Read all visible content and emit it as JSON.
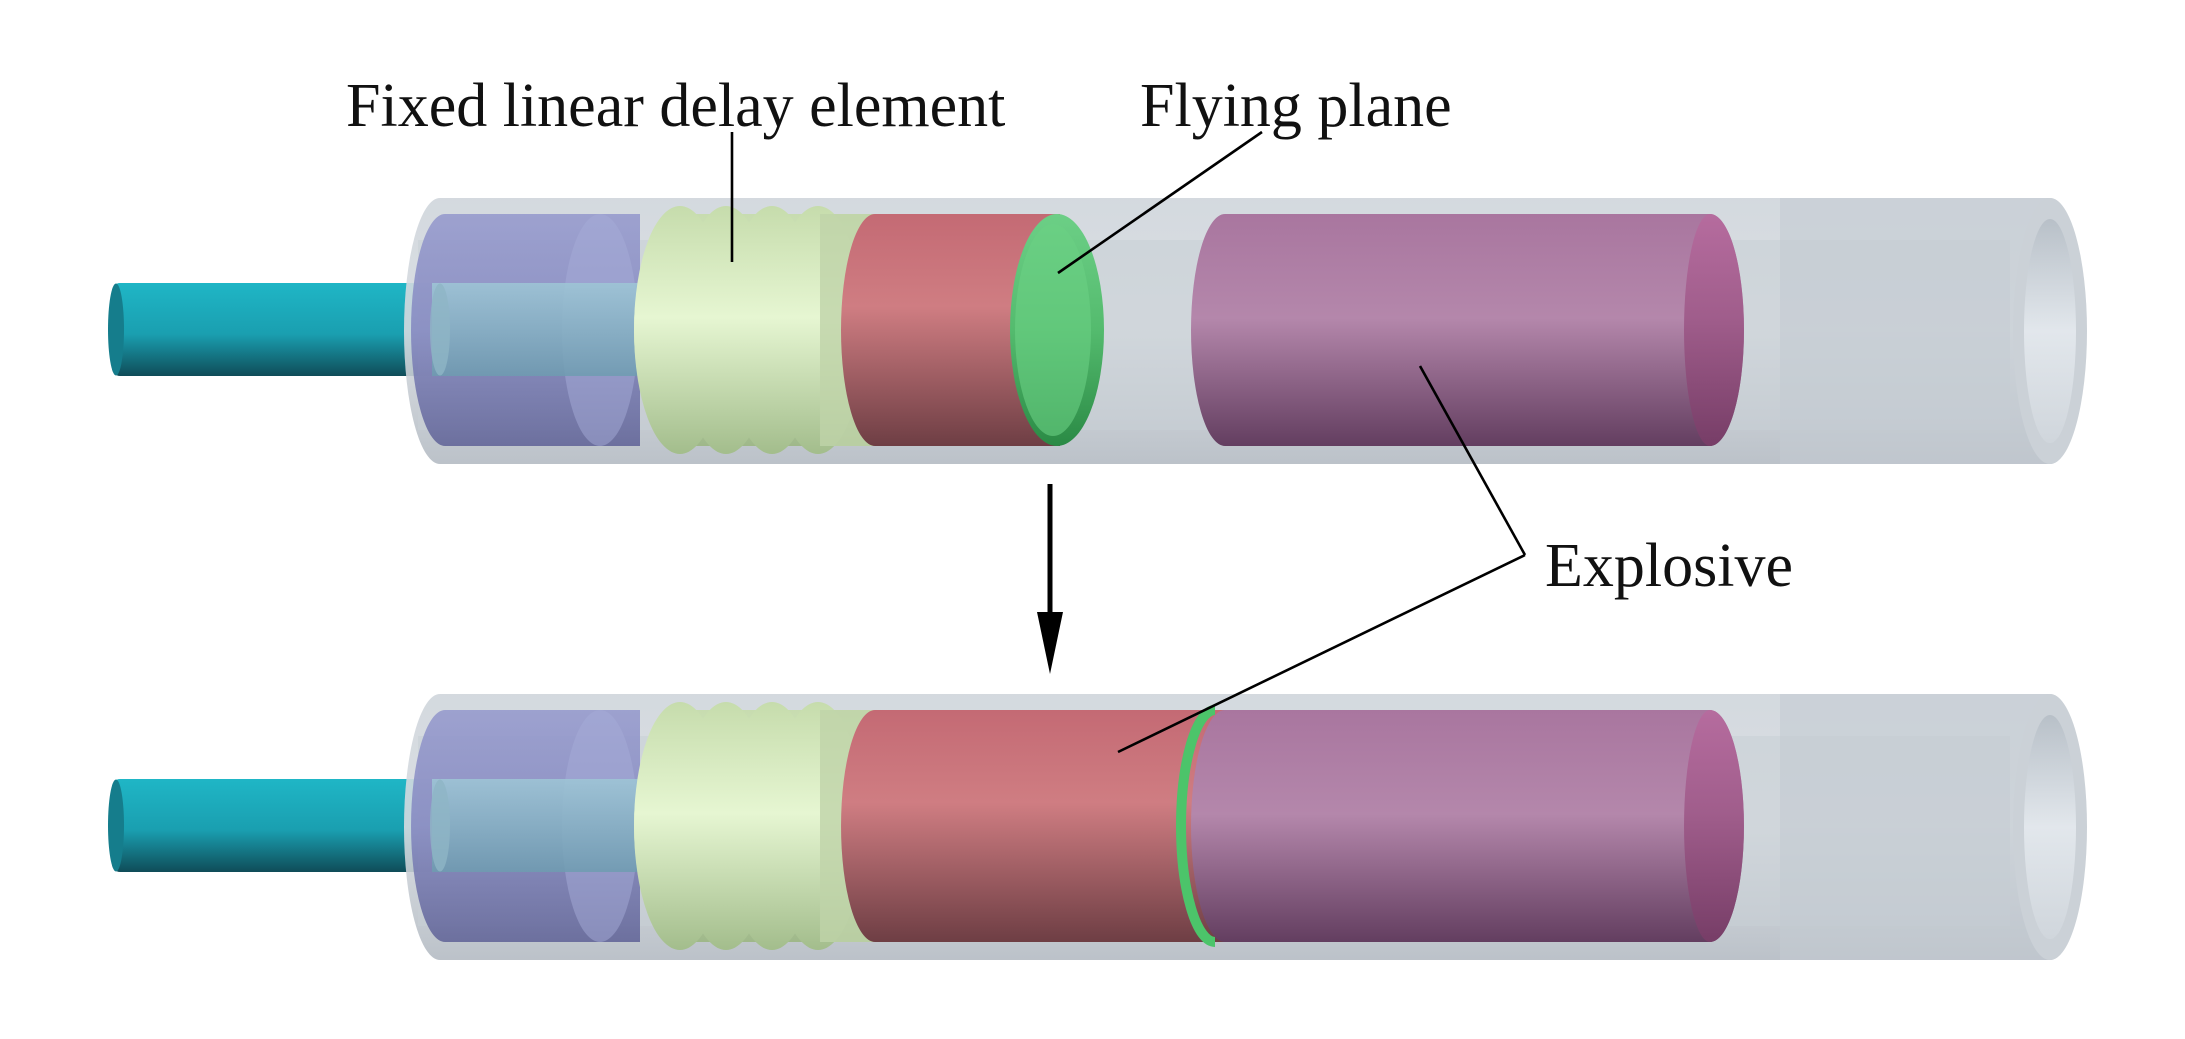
{
  "labels": {
    "delay_element": "Fixed linear delay element",
    "flying_plane": "Flying plane",
    "explosive": "Explosive"
  },
  "colors": {
    "cable": "#1fb3c3",
    "housing": "#c9d1d9",
    "end_cap": "#8b8fc6",
    "delay_element": "#cfe5b2",
    "red_charge": "#c9727a",
    "flying_plane": "#5fc67a",
    "explosive": "#b07fa8"
  }
}
